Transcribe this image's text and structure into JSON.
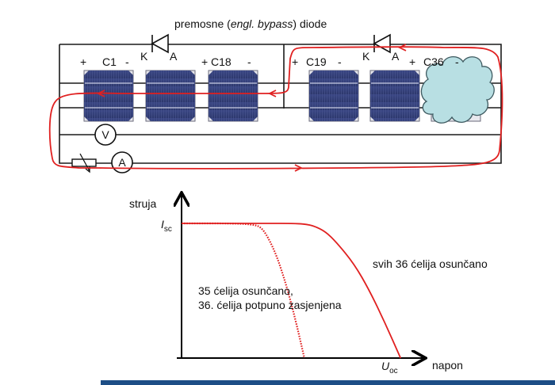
{
  "title": {
    "prefix": "premosne (",
    "italic": "engl. bypass",
    "suffix": ") diode"
  },
  "circuit": {
    "diode_labels": {
      "cathode": "K",
      "anode": "A"
    },
    "cell_groups": [
      {
        "plus": "+",
        "name": "C1",
        "minus": "-"
      },
      {
        "plus": "+",
        "name": "C18",
        "minus": "-"
      },
      {
        "plus": "+",
        "name": "C19",
        "minus": "-"
      },
      {
        "plus": "+",
        "name": "C36",
        "minus": "-"
      }
    ],
    "voltmeter": "V",
    "ammeter": "A",
    "shaded_cell": "C36",
    "cell_color": "#34407a",
    "cloud_color": "#b8dfe3",
    "current_path_color": "#e02020"
  },
  "chart_data": {
    "type": "line",
    "title": "",
    "xlabel": "napon",
    "ylabel": "struja",
    "x_tick_labels": [
      {
        "main": "U",
        "sub": "oc"
      }
    ],
    "y_tick_labels": [
      {
        "main": "I",
        "sub": "sc"
      }
    ],
    "xlim": [
      0,
      1
    ],
    "ylim": [
      0,
      1
    ],
    "series": [
      {
        "name": "svih 36 ćelija osunčano",
        "style": "solid",
        "x": [
          0,
          0.4,
          0.5,
          0.56,
          0.6,
          0.65,
          0.7,
          0.78,
          0.85,
          0.92,
          0.99
        ],
        "y": [
          1,
          1,
          1,
          0.995,
          0.98,
          0.94,
          0.86,
          0.7,
          0.5,
          0.26,
          0
        ]
      },
      {
        "name": "35 ćelija osunčano, 36. ćelija potpuno zasjenjena",
        "style": "dotted",
        "x": [
          0,
          0.25,
          0.33,
          0.36,
          0.39,
          0.43,
          0.47,
          0.5,
          0.53,
          0.555
        ],
        "y": [
          1,
          1,
          0.99,
          0.97,
          0.9,
          0.76,
          0.56,
          0.38,
          0.18,
          0
        ]
      }
    ],
    "annotations": [
      "svih 36 ćelija osunčano",
      "35 ćelija osunčano,",
      "36. ćelija potpuno zasjenjena"
    ]
  }
}
